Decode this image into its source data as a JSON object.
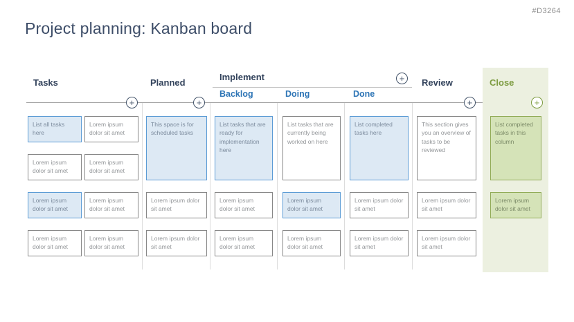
{
  "meta": {
    "doc_id": "#D3264"
  },
  "title": "Project planning: Kanban board",
  "icons": {
    "plus": "+"
  },
  "colors": {
    "title_navy": "#3d4d68",
    "header_navy": "#33435c",
    "subheader_blue": "#2e75b6",
    "close_green": "#7d9c41",
    "card_blue_fill": "#dde9f4",
    "card_blue_border": "#5b9bd5",
    "card_white_border": "#878787",
    "card_green_fill": "#d5e3b8",
    "card_green_border": "#91ab57",
    "close_panel_bg": "#ecf0e0"
  },
  "board": {
    "tasks": {
      "label": "Tasks",
      "stack_a": [
        {
          "text": "List all tasks here",
          "variant": "blue"
        },
        {
          "text": "Lorem ipsum dolor sit amet",
          "variant": "white"
        },
        {
          "text": "Lorem ipsum dolor sit amet",
          "variant": "blue"
        },
        {
          "text": "Lorem ipsum dolor sit amet",
          "variant": "white"
        }
      ],
      "stack_b": [
        {
          "text": "Lorem ipsum dolor sit amet",
          "variant": "white"
        },
        {
          "text": "Lorem ipsum dolor sit amet",
          "variant": "white"
        },
        {
          "text": "Lorem ipsum dolor sit amet",
          "variant": "white"
        },
        {
          "text": "Lorem ipsum dolor sit amet",
          "variant": "white"
        }
      ]
    },
    "planned": {
      "label": "Planned",
      "cards": [
        {
          "text": "This space is for scheduled tasks",
          "variant": "blue",
          "size": "tall"
        },
        {
          "text": "Lorem ipsum dolor sit amet",
          "variant": "white"
        },
        {
          "text": "Lorem ipsum dolor sit amet",
          "variant": "white"
        }
      ]
    },
    "implement": {
      "label": "Implement",
      "subcolumns": [
        {
          "label": "Backlog",
          "cards": [
            {
              "text": "List tasks that are ready for implementation here",
              "variant": "blue",
              "size": "tall"
            },
            {
              "text": "Lorem ipsum dolor sit amet",
              "variant": "white"
            },
            {
              "text": "Lorem ipsum dolor sit amet",
              "variant": "white"
            }
          ]
        },
        {
          "label": "Doing",
          "cards": [
            {
              "text": "List tasks that are currently being worked on here",
              "variant": "white",
              "size": "tall"
            },
            {
              "text": "Lorem ipsum dolor sit amet",
              "variant": "blue"
            },
            {
              "text": "Lorem ipsum dolor sit amet",
              "variant": "white"
            }
          ]
        },
        {
          "label": "Done",
          "cards": [
            {
              "text": "List completed tasks here",
              "variant": "blue",
              "size": "tall"
            },
            {
              "text": "Lorem ipsum dolor sit amet",
              "variant": "white"
            },
            {
              "text": "Lorem ipsum dolor sit amet",
              "variant": "white"
            }
          ]
        }
      ]
    },
    "review": {
      "label": "Review",
      "cards": [
        {
          "text": "This section gives you an overview of tasks to be reviewed",
          "variant": "white",
          "size": "tall"
        },
        {
          "text": "Lorem ipsum dolor sit amet",
          "variant": "white"
        },
        {
          "text": "Lorem ipsum dolor sit amet",
          "variant": "white"
        }
      ]
    },
    "close": {
      "label": "Close",
      "cards": [
        {
          "text": "List completed tasks in this column",
          "variant": "green",
          "size": "tall"
        },
        {
          "text": "Lorem ipsum dolor sit amet",
          "variant": "green"
        }
      ]
    }
  }
}
